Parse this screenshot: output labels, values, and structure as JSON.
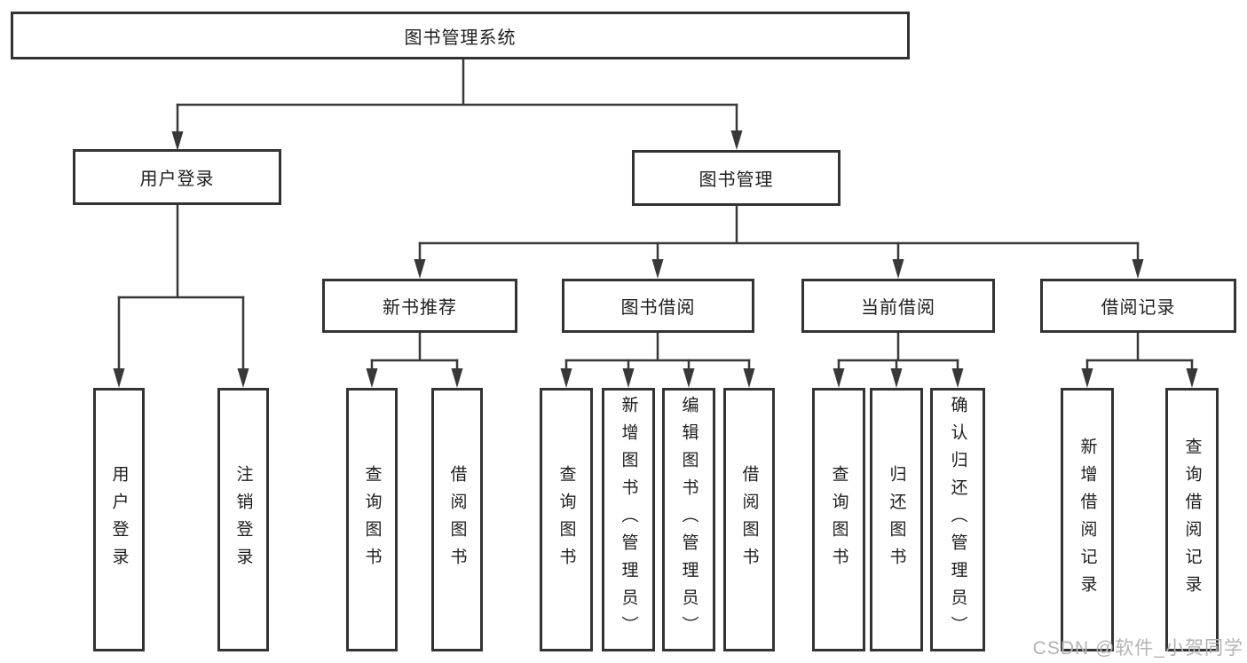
{
  "diagram": {
    "watermark": "CSDN @软件_小贺同学",
    "colors": {
      "line": "#383838",
      "box_border": "#333333",
      "text": "#1e1e1e",
      "background": "#ffffff",
      "watermark": "#b3b3b3"
    },
    "tree": {
      "root": "图书管理系统",
      "children": [
        {
          "label": "用户登录",
          "children": [
            {
              "label": "用户登录"
            },
            {
              "label": "注销登录"
            }
          ]
        },
        {
          "label": "图书管理",
          "children": [
            {
              "label": "新书推荐",
              "children": [
                {
                  "label": "查询图书"
                },
                {
                  "label": "借阅图书"
                }
              ]
            },
            {
              "label": "图书借阅",
              "children": [
                {
                  "label": "查询图书"
                },
                {
                  "label": "新增图书（管理员）"
                },
                {
                  "label": "编辑图书（管理员）"
                },
                {
                  "label": "借阅图书"
                }
              ]
            },
            {
              "label": "当前借阅",
              "children": [
                {
                  "label": "查询图书"
                },
                {
                  "label": "归还图书"
                },
                {
                  "label": "确认归还（管理员）"
                }
              ]
            },
            {
              "label": "借阅记录",
              "children": [
                {
                  "label": "新增借阅记录"
                },
                {
                  "label": "查询借阅记录"
                }
              ]
            }
          ]
        }
      ]
    }
  }
}
